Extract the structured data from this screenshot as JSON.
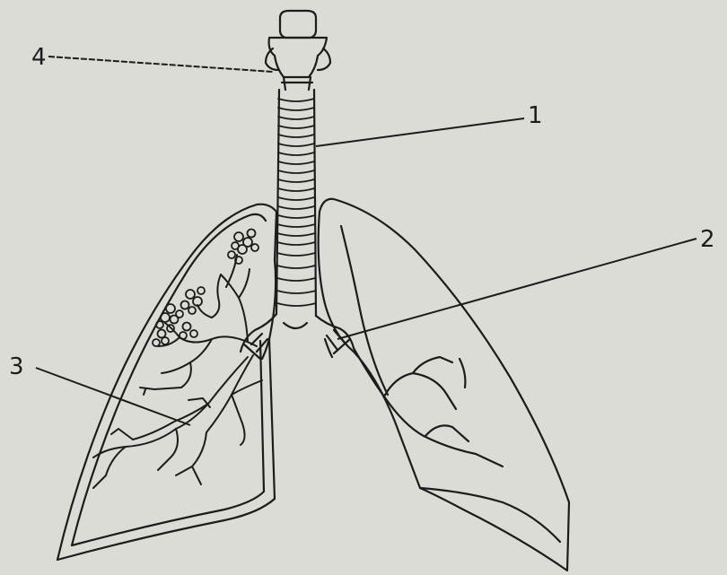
{
  "labels": {
    "one": "1",
    "two": "2",
    "three": "3",
    "four": "4"
  },
  "colors": {
    "background": "#dcdcd6",
    "ink": "#1c1c1c"
  }
}
